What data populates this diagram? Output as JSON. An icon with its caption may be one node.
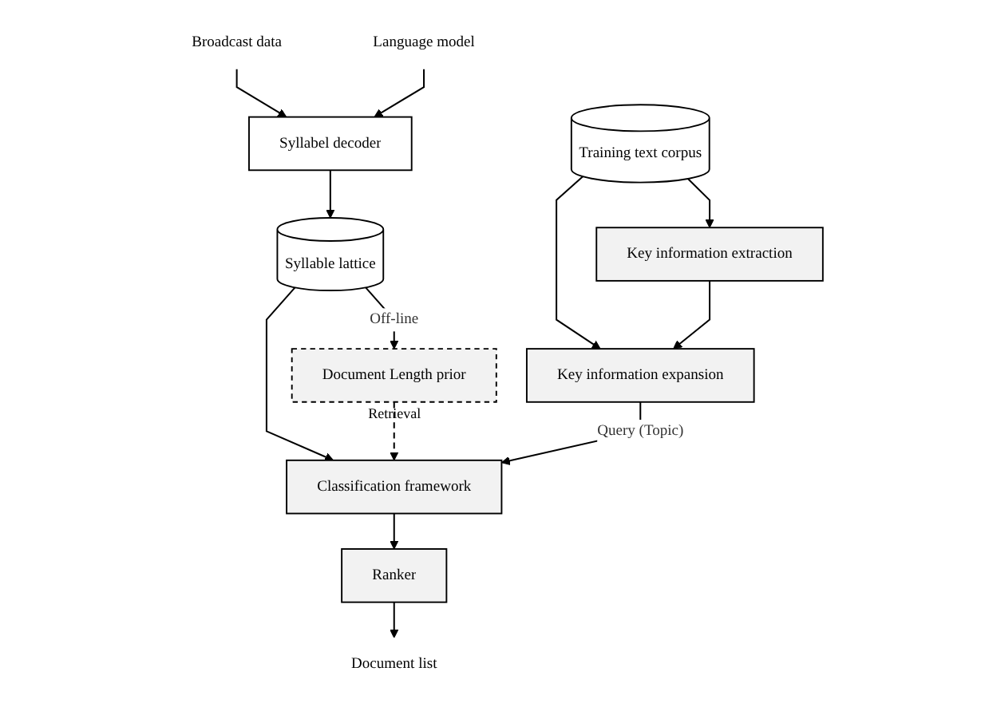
{
  "diagram": {
    "nodes": [
      {
        "text": [
          "Broadcast data"
        ]
      },
      {
        "text": [
          "Syllabel decoder"
        ]
      },
      {
        "text": [
          "Language model"
        ]
      },
      {
        "text": [
          "Syllable lattice"
        ]
      },
      {
        "text": [
          "Document list"
        ]
      },
      {
        "text": [
          "Ranker"
        ]
      },
      {
        "text": [
          "Classification framework"
        ]
      },
      {
        "text": [
          "Document Length prior"
        ],
        "beside": [
          "Retrieval"
        ]
      },
      {
        "text": [
          "Key information expansion"
        ]
      },
      {
        "text": [
          "Training text corpus"
        ]
      },
      {
        "text": [
          "Key information extraction"
        ]
      }
    ],
    "edges": [
      {
        "from": 0,
        "to": 1,
        "arrow": "to"
      },
      {
        "from": 2,
        "to": 1,
        "arrow": "to"
      },
      {
        "from": 1,
        "to": 3,
        "arrow": "to"
      },
      {
        "from": 3,
        "to": 6,
        "arrow": "to"
      },
      {
        "from": 3,
        "to": 7,
        "label": "Off-line",
        "arrow": "to"
      },
      {
        "from": 6,
        "to": 5,
        "arrow": "to"
      },
      {
        "from": 5,
        "to": 4,
        "arrow": "to"
      },
      {
        "from": 7,
        "to": 6,
        "arrow": "to",
        "style": "dashed"
      },
      {
        "from": 8,
        "to": 6,
        "label": "Query (Topic)",
        "arrow": "to"
      },
      {
        "from": 9,
        "to": 8,
        "arrow": "to"
      },
      {
        "from": 10,
        "to": 8,
        "arrow": "to"
      },
      {
        "from": 9,
        "to": 10,
        "arrow": "to"
      }
    ]
  }
}
